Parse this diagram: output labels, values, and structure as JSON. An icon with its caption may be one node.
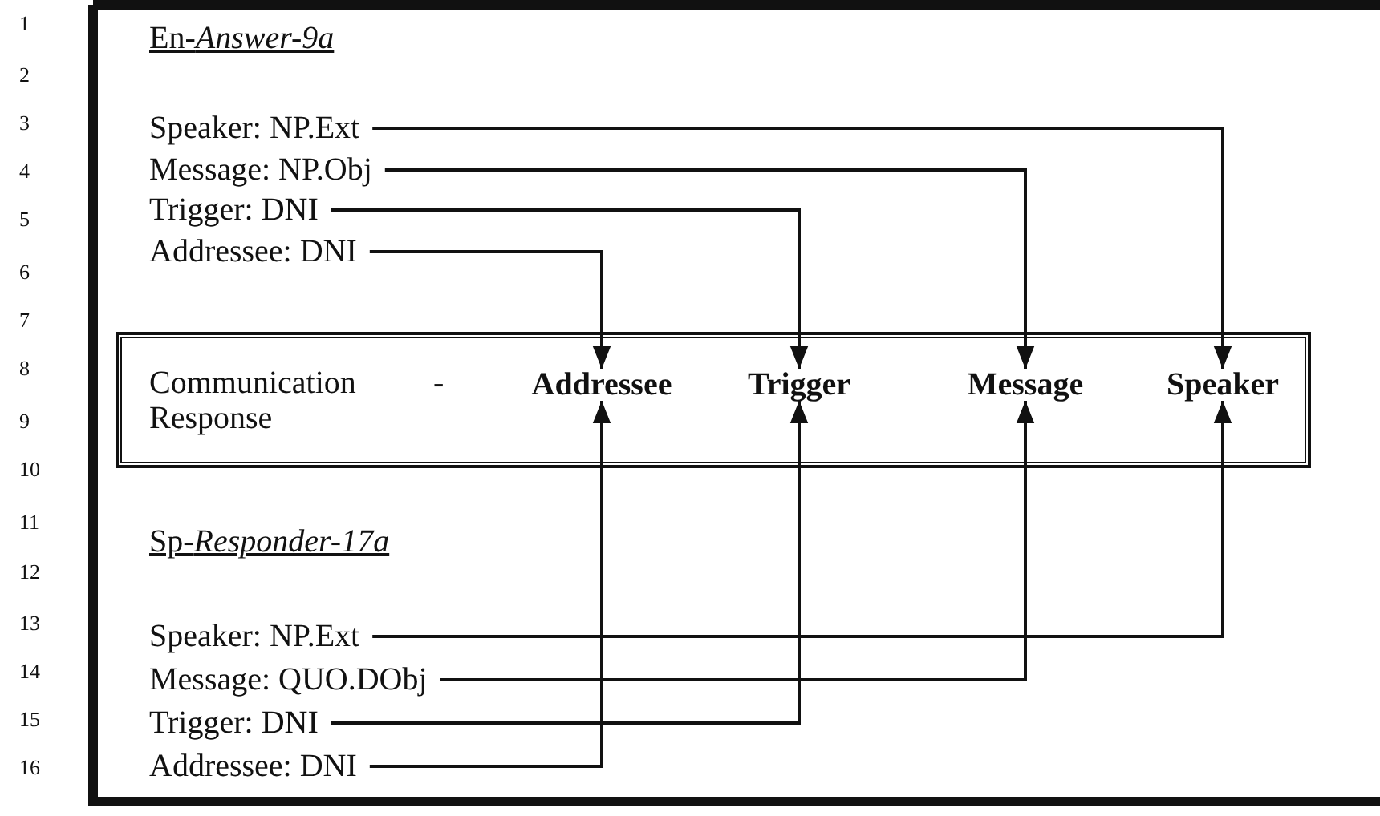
{
  "diagram": {
    "nodes": [
      {
        "text": [
          "Speaker: NP.Ext"
        ]
      },
      {
        "text": [
          "Message: NP.Obj"
        ]
      },
      {
        "text": [
          "Trigger: DNI"
        ]
      },
      {
        "text": [
          "Addressee: DNI"
        ]
      },
      {
        "text": [
          "Communication Response",
          "-"
        ]
      },
      {
        "text": [
          "Addressee"
        ],
        "in": 4
      },
      {
        "text": [
          "Trigger"
        ],
        "in": 4
      },
      {
        "text": [
          "Message"
        ],
        "in": 4
      },
      {
        "text": [
          "Speaker"
        ],
        "in": 4
      },
      {
        "text": [
          "Speaker: NP.Ext"
        ]
      },
      {
        "text": [
          "Message: QUO.DObj"
        ]
      },
      {
        "text": [
          "Trigger: DNI"
        ]
      },
      {
        "text": [
          "Addressee: DNI"
        ]
      }
    ],
    "edges": [
      {
        "from": 0,
        "to": 8,
        "arrow": "to"
      },
      {
        "from": 1,
        "to": 7,
        "arrow": "to"
      },
      {
        "from": 2,
        "to": 6,
        "arrow": "to"
      },
      {
        "from": 3,
        "to": 5,
        "arrow": "to"
      },
      {
        "from": 9,
        "to": 8,
        "arrow": "to"
      },
      {
        "from": 10,
        "to": 7,
        "arrow": "to"
      },
      {
        "from": 11,
        "to": 6,
        "arrow": "to"
      },
      {
        "from": 12,
        "to": 5,
        "arrow": "to"
      }
    ],
    "labels": [
      "1",
      "En-*Answer-9a*",
      "2",
      "3",
      "4",
      "5",
      "6",
      "7",
      "8",
      "9",
      "10",
      "11",
      "Sp-*Responder-17a*",
      "12",
      "13",
      "14",
      "15",
      "16"
    ]
  }
}
